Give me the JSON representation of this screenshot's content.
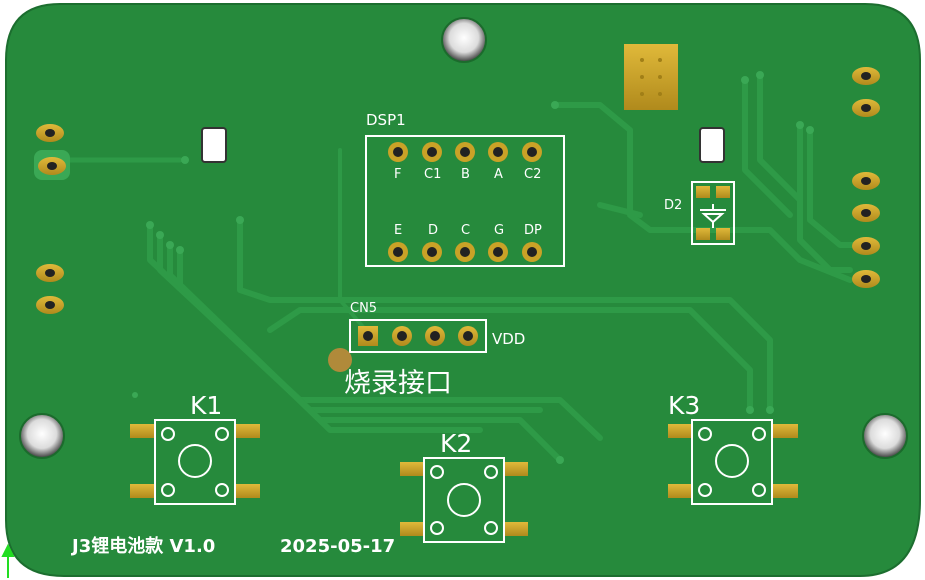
{
  "board": {
    "colors": {
      "solder_mask": "#268a3c",
      "trace": "#2e9a47",
      "silkscreen": "#ffffff",
      "pad_gold": "#c9a227",
      "drill": "#1a1a1a"
    }
  },
  "labels": {
    "dsp1": "DSP1",
    "dsp_top_pins": [
      "F",
      "C1",
      "B",
      "A",
      "C2"
    ],
    "dsp_bottom_pins": [
      "E",
      "D",
      "C",
      "G",
      "DP"
    ],
    "cn5": "CN5",
    "vdd": "VDD",
    "program_port": "烧录接口",
    "d2": "D2",
    "k1": "K1",
    "k2": "K2",
    "k3": "K3",
    "footer_model": "J3锂电池款 V1.0",
    "footer_date": "2025-05-17"
  },
  "icons": {
    "diode": "diode-symbol-icon",
    "origin": "origin-arrow-icon"
  }
}
